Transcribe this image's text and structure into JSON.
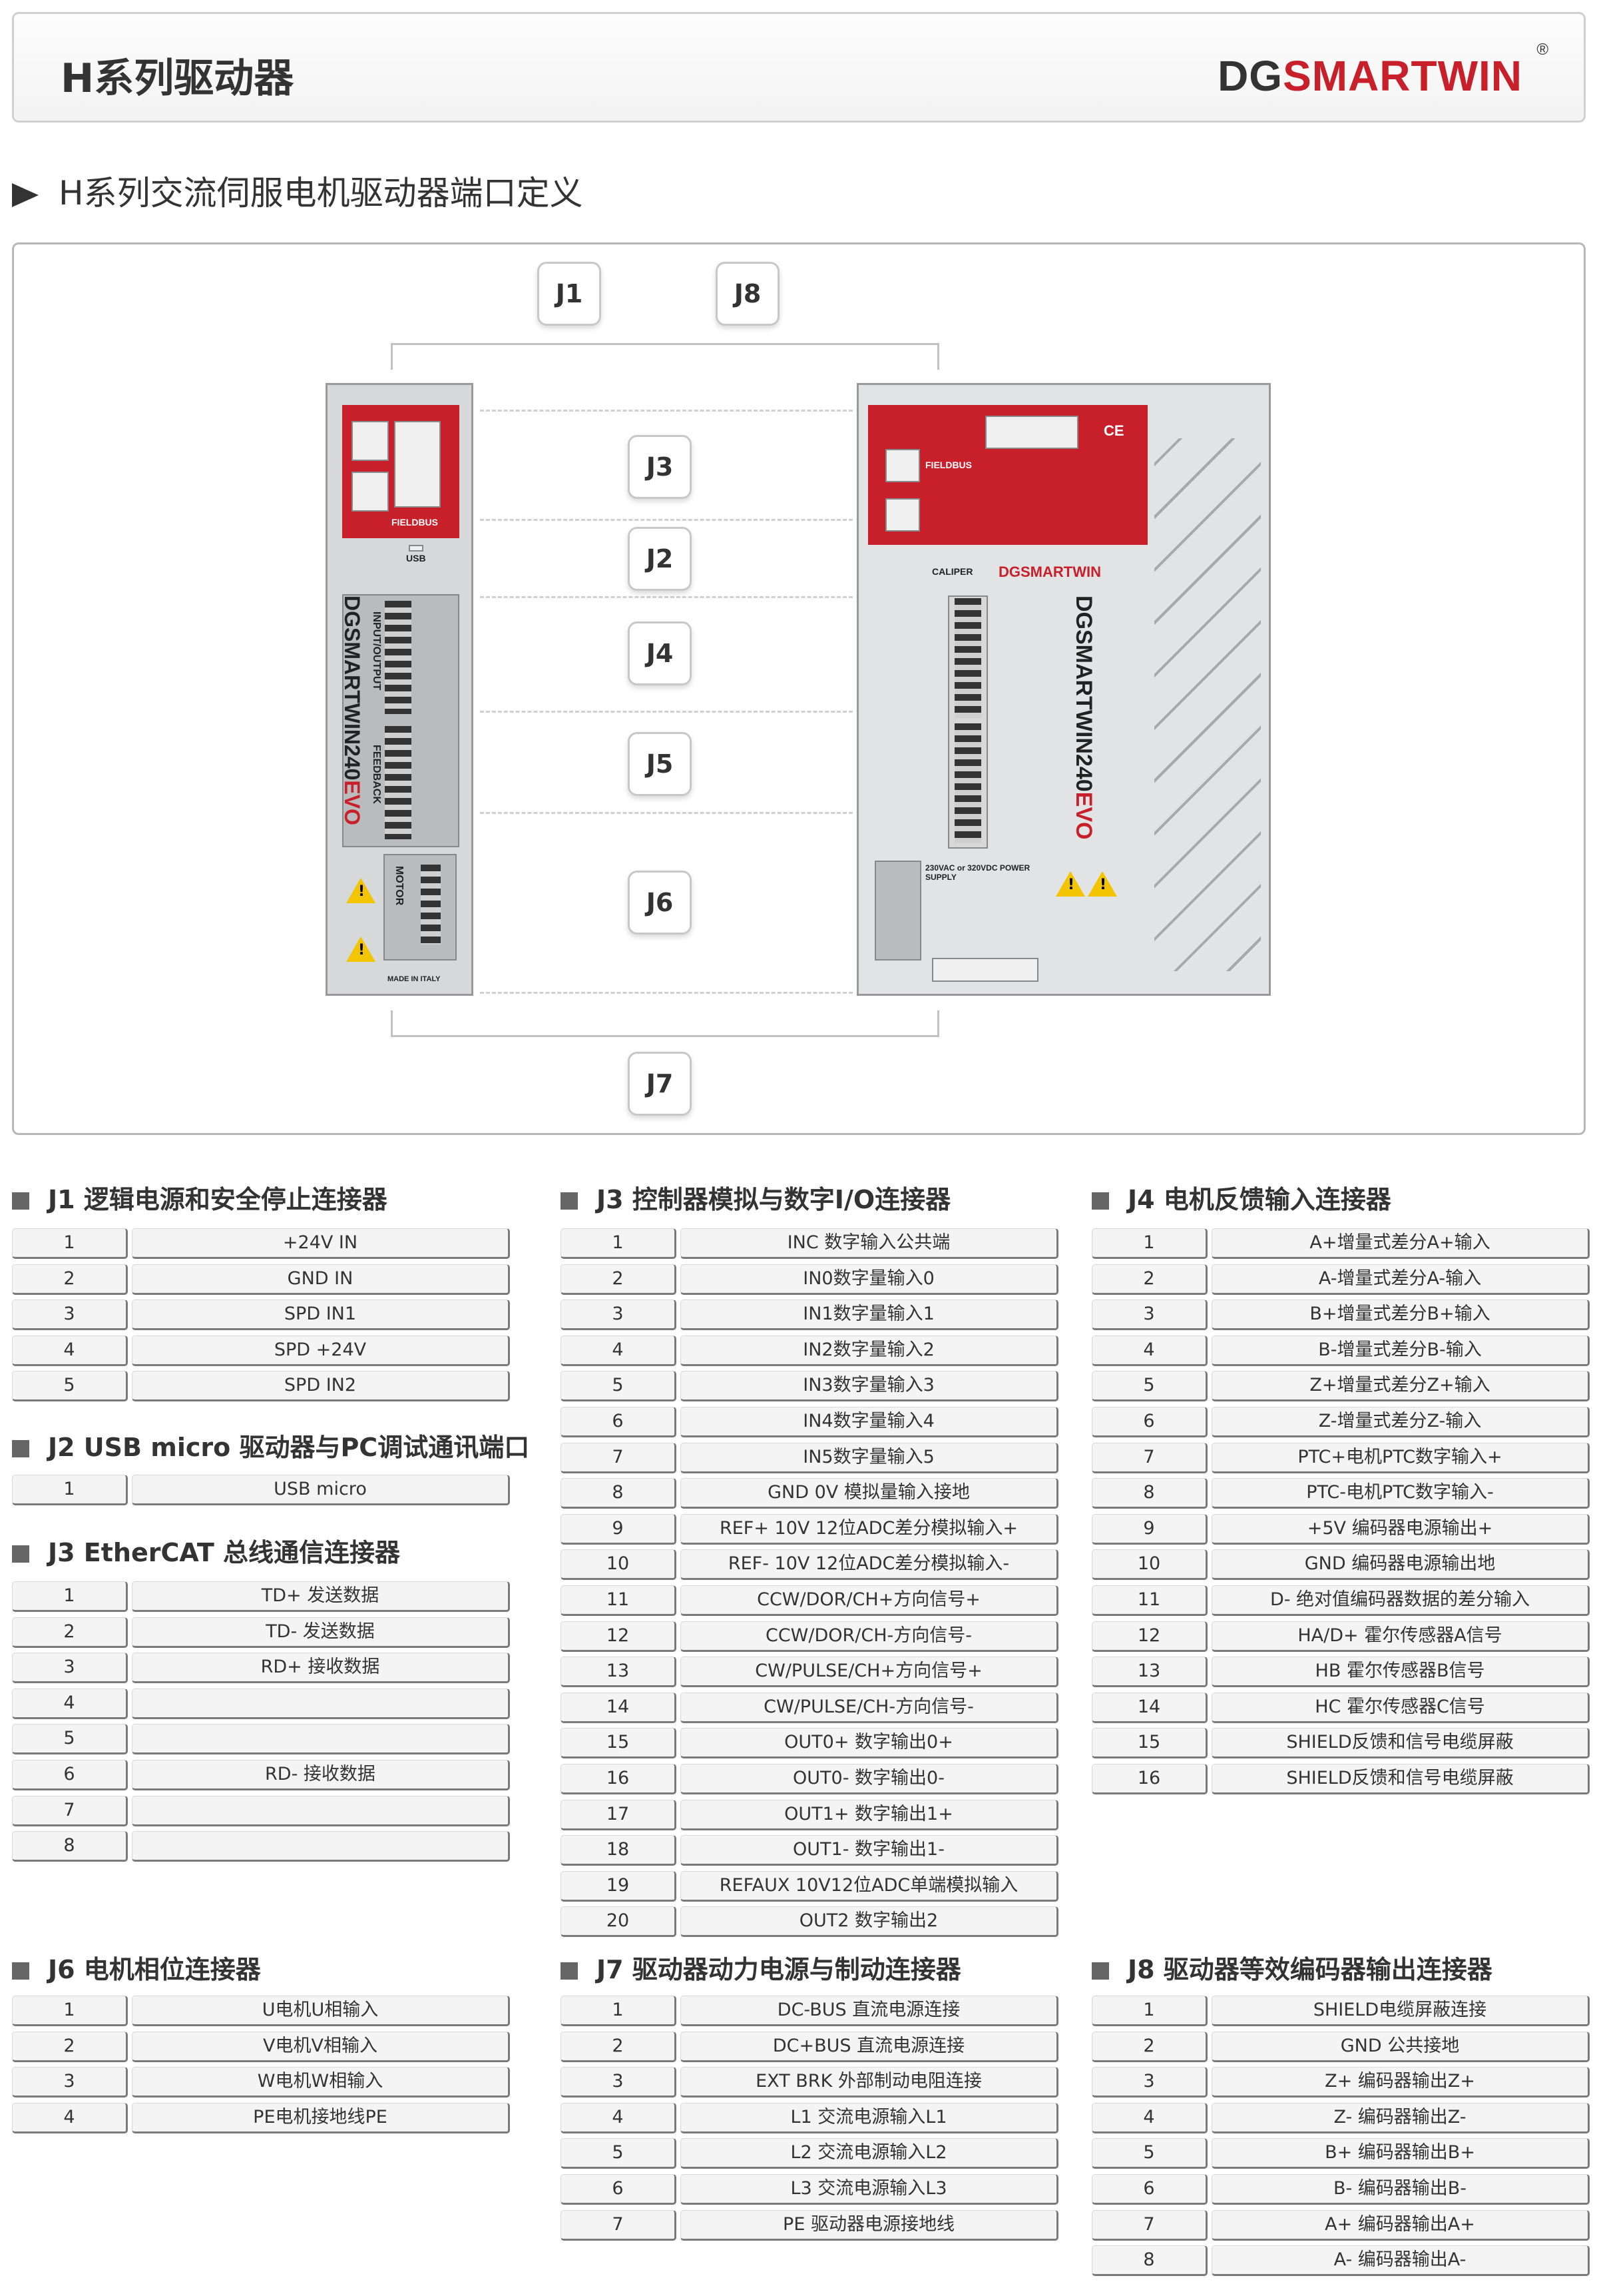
{
  "header": {
    "title": "H系列驱动器",
    "brand_dg": "DG",
    "brand_rest": "SMARTWIN",
    "brand_reg": "®"
  },
  "subtitle": "H系列交流伺服电机驱动器端口定义",
  "diagram": {
    "labels": {
      "j1": "J1",
      "j8": "J8",
      "j3": "J3",
      "j2": "J2",
      "j4": "J4",
      "j5": "J5",
      "j6": "J6",
      "j7": "J7"
    },
    "left_device": {
      "model_a": "DGSMARTWIN240",
      "model_b": "EVO",
      "fieldbus": "FIELDBUS",
      "usb": "USB",
      "input_output": "INPUT/OUTPUT",
      "feedback": "FEEDBACK",
      "motor": "MOTOR",
      "made_in": "MADE IN ITALY"
    },
    "right_device": {
      "model_a": "DGSMARTWIN240",
      "model_b": "EVO",
      "caliper": "CALIPER",
      "brand": "DGSMARTWIN",
      "power": "230VAC or 320VDC POWER SUPPLY",
      "fieldbus": "FIELDBUS",
      "ce": "CE"
    }
  },
  "tables": {
    "j1": {
      "title": "J1 逻辑电源和安全停止连接器",
      "rows": [
        {
          "num": "1",
          "desc": "+24V IN"
        },
        {
          "num": "2",
          "desc": "GND IN"
        },
        {
          "num": "3",
          "desc": "SPD IN1"
        },
        {
          "num": "4",
          "desc": "SPD +24V"
        },
        {
          "num": "5",
          "desc": "SPD IN2"
        }
      ]
    },
    "j2": {
      "title": "J2 USB micro 驱动器与PC调试通讯端口",
      "rows": [
        {
          "num": "1",
          "desc": "USB micro"
        }
      ]
    },
    "j3e": {
      "title": "J3 EtherCAT 总线通信连接器",
      "rows": [
        {
          "num": "1",
          "desc": "TD+ 发送数据"
        },
        {
          "num": "2",
          "desc": "TD- 发送数据"
        },
        {
          "num": "3",
          "desc": "RD+ 接收数据"
        },
        {
          "num": "4",
          "desc": ""
        },
        {
          "num": "5",
          "desc": ""
        },
        {
          "num": "6",
          "desc": "RD- 接收数据"
        },
        {
          "num": "7",
          "desc": ""
        },
        {
          "num": "8",
          "desc": ""
        }
      ]
    },
    "j3": {
      "title": "J3 控制器模拟与数字I/O连接器",
      "rows": [
        {
          "num": "1",
          "desc": "INC 数字输入公共端"
        },
        {
          "num": "2",
          "desc": "IN0数字量输入0"
        },
        {
          "num": "3",
          "desc": "IN1数字量输入1"
        },
        {
          "num": "4",
          "desc": "IN2数字量输入2"
        },
        {
          "num": "5",
          "desc": "IN3数字量输入3"
        },
        {
          "num": "6",
          "desc": "IN4数字量输入4"
        },
        {
          "num": "7",
          "desc": "IN5数字量输入5"
        },
        {
          "num": "8",
          "desc": "GND 0V 模拟量输入接地"
        },
        {
          "num": "9",
          "desc": "REF+ 10V 12位ADC差分模拟输入+"
        },
        {
          "num": "10",
          "desc": "REF- 10V 12位ADC差分模拟输入-"
        },
        {
          "num": "11",
          "desc": "CCW/DOR/CH+方向信号+"
        },
        {
          "num": "12",
          "desc": "CCW/DOR/CH-方向信号-"
        },
        {
          "num": "13",
          "desc": "CW/PULSE/CH+方向信号+"
        },
        {
          "num": "14",
          "desc": "CW/PULSE/CH-方向信号-"
        },
        {
          "num": "15",
          "desc": "OUT0+ 数字输出0+"
        },
        {
          "num": "16",
          "desc": "OUT0- 数字输出0-"
        },
        {
          "num": "17",
          "desc": "OUT1+ 数字输出1+"
        },
        {
          "num": "18",
          "desc": "OUT1- 数字输出1-"
        },
        {
          "num": "19",
          "desc": "REFAUX 10V12位ADC单端模拟输入"
        },
        {
          "num": "20",
          "desc": "OUT2 数字输出2"
        }
      ]
    },
    "j4": {
      "title": "J4 电机反馈输入连接器",
      "rows": [
        {
          "num": "1",
          "desc": "A+增量式差分A+输入"
        },
        {
          "num": "2",
          "desc": "A-增量式差分A-输入"
        },
        {
          "num": "3",
          "desc": "B+增量式差分B+输入"
        },
        {
          "num": "4",
          "desc": "B-增量式差分B-输入"
        },
        {
          "num": "5",
          "desc": "Z+增量式差分Z+输入"
        },
        {
          "num": "6",
          "desc": "Z-增量式差分Z-输入"
        },
        {
          "num": "7",
          "desc": "PTC+电机PTC数字输入+"
        },
        {
          "num": "8",
          "desc": "PTC-电机PTC数字输入-"
        },
        {
          "num": "9",
          "desc": "+5V 编码器电源输出+"
        },
        {
          "num": "10",
          "desc": "GND 编码器电源输出地"
        },
        {
          "num": "11",
          "desc": "D- 绝对值编码器数据的差分输入"
        },
        {
          "num": "12",
          "desc": "HA/D+ 霍尔传感器A信号"
        },
        {
          "num": "13",
          "desc": "HB 霍尔传感器B信号"
        },
        {
          "num": "14",
          "desc": "HC 霍尔传感器C信号"
        },
        {
          "num": "15",
          "desc": "SHIELD反馈和信号电缆屏蔽"
        },
        {
          "num": "16",
          "desc": "SHIELD反馈和信号电缆屏蔽"
        }
      ]
    },
    "j6": {
      "title": "J6 电机相位连接器",
      "rows": [
        {
          "num": "1",
          "desc": "U电机U相输入"
        },
        {
          "num": "2",
          "desc": "V电机V相输入"
        },
        {
          "num": "3",
          "desc": "W电机W相输入"
        },
        {
          "num": "4",
          "desc": "PE电机接地线PE"
        }
      ]
    },
    "j7": {
      "title": "J7 驱动器动力电源与制动连接器",
      "rows": [
        {
          "num": "1",
          "desc": "DC-BUS 直流电源连接"
        },
        {
          "num": "2",
          "desc": "DC+BUS 直流电源连接"
        },
        {
          "num": "3",
          "desc": "EXT BRK 外部制动电阻连接"
        },
        {
          "num": "4",
          "desc": "L1 交流电源输入L1"
        },
        {
          "num": "5",
          "desc": "L2 交流电源输入L2"
        },
        {
          "num": "6",
          "desc": "L3 交流电源输入L3"
        },
        {
          "num": "7",
          "desc": "PE 驱动器电源接地线"
        }
      ]
    },
    "j8": {
      "title": "J8 驱动器等效编码器输出连接器",
      "rows": [
        {
          "num": "1",
          "desc": "SHIELD电缆屏蔽连接"
        },
        {
          "num": "2",
          "desc": "GND 公共接地"
        },
        {
          "num": "3",
          "desc": "Z+ 编码器输出Z+"
        },
        {
          "num": "4",
          "desc": "Z- 编码器输出Z-"
        },
        {
          "num": "5",
          "desc": "B+ 编码器输出B+"
        },
        {
          "num": "6",
          "desc": "B- 编码器输出B-"
        },
        {
          "num": "7",
          "desc": "A+ 编码器输出A+"
        },
        {
          "num": "8",
          "desc": "A- 编码器输出A-"
        }
      ]
    }
  }
}
